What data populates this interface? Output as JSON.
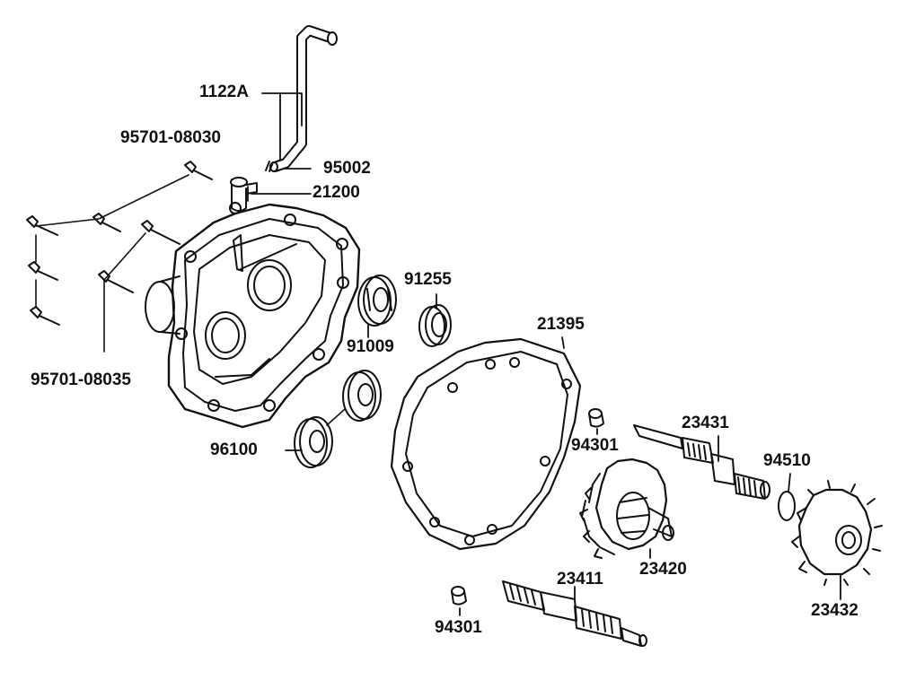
{
  "diagram": {
    "labels": {
      "p1122a": "1122A",
      "p95002": "95002",
      "p95701_08030": "95701-08030",
      "p21200": "21200",
      "p91255": "91255",
      "p91009": "91009",
      "p21395": "21395",
      "p95701_08035": "95701-08035",
      "p96100": "96100",
      "p94301_upper": "94301",
      "p23431": "23431",
      "p94510": "94510",
      "p23420": "23420",
      "p23411": "23411",
      "p94301_lower": "94301",
      "p23432": "23432"
    }
  }
}
